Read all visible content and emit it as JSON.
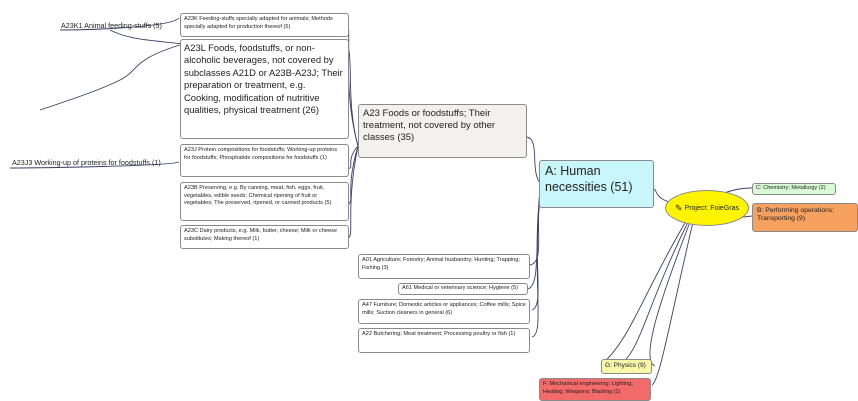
{
  "root": {
    "label": "Project: FoieGras",
    "icon": "pencil-note-icon",
    "color": "#fef400"
  },
  "branches": {
    "human_necessities": {
      "label": "A: Human necessities (51)",
      "color": "#c9f6fb"
    },
    "chemistry": {
      "label": "C: Chemistry; Metallurgy (2)",
      "color": "#d9fbd5"
    },
    "performing": {
      "label": "B: Performing operations; Transporting (9)",
      "color": "#f7a160"
    },
    "physics": {
      "label": "G: Physics (9)",
      "color": "#f9f7a8"
    },
    "mechanical": {
      "label": "F: Mechanical engineering; Lighting; Heating; Weapons; Blasting (1)",
      "color": "#f26a6a"
    }
  },
  "a23": {
    "label": "A23 Foods or foodstuffs; Their treatment, not covered by other classes (35)",
    "color": "#f3f1ee"
  },
  "a23_children": {
    "a23k": "A23K Feeding-stuffs specially adapted for animals; Methods specially adapted for production thereof (5)",
    "a23l": "A23L Foods, foodstuffs, or non-alcoholic beverages, not covered by subclasses A21D or A23B-A23J; Their preparation or treatment, e.g. Cooking, modification of nutritive qualities, physical treatment (26)",
    "a23j": "A23J Protein compositions for foodstuffs; Working-up proteins for foodstuffs; Phosphatide compositions for foodstuffs (1)",
    "a23b": "A23B Preserving, e.g. By canning, meat, fish, eggs, fruit, vegetables, edible seeds; Chemical ripening of fruit or vegetables; The preserved, ripened, or canned products (5)",
    "a23c": "A23C Dairy products, e.g. Milk, butter, cheese; Milk or cheese substitutes; Making thereof (1)"
  },
  "leaf_labels": {
    "a23k1": "A23K1 Animal feeding-stuffs (5)",
    "a23j3": "A23J3 Working-up of proteins for foodstuffs (1)"
  },
  "a_children": {
    "a01": "A01 Agriculture; Forestry; Animal husbandry; Hunting; Trapping; Fishing (3)",
    "a61": "A61 Medical or veterinary science; Hygiene (5)",
    "a47": "A47 Furniture; Domestic articles or appliances; Coffee mills; Spice mills; Suction cleaners in general (6)",
    "a22": "A22 Butchering; Meat treatment; Processing poultry or fish (1)"
  },
  "colors": {
    "connector": "#3a3f6b",
    "border": "#8a8a8a"
  }
}
